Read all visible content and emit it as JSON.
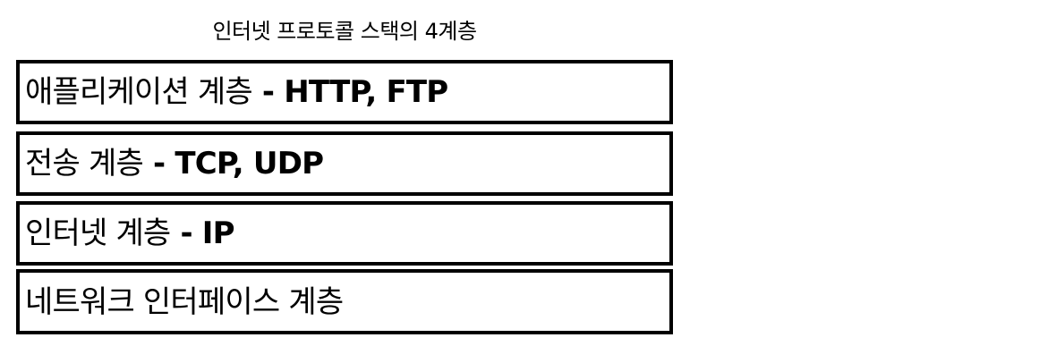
{
  "title": "인터넷 프로토콜 스택의 4계층",
  "layers": [
    {
      "name": "애플리케이션 계층",
      "protocols": " - HTTP, FTP"
    },
    {
      "name": "전송 계층",
      "protocols": " - TCP, UDP"
    },
    {
      "name": "인터넷 계층",
      "protocols": " - IP"
    },
    {
      "name": "네트워크 인터페이스 계층",
      "protocols": ""
    }
  ]
}
